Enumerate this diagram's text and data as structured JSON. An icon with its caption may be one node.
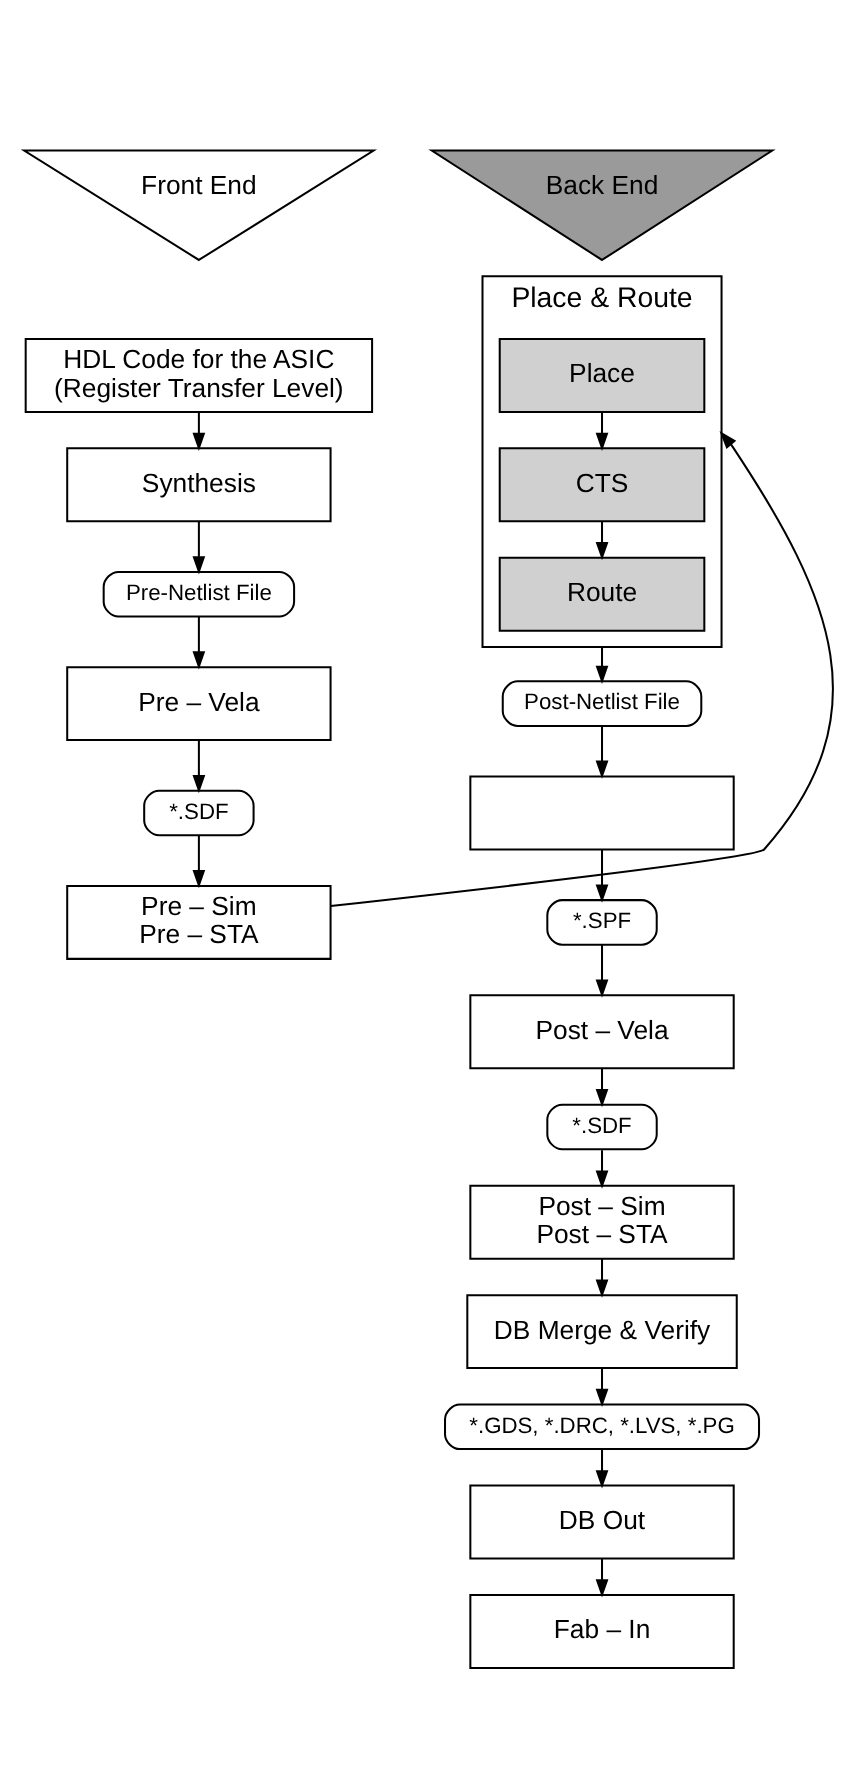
{
  "diagram": {
    "nodes": [
      {
        "text": [
          "Front End"
        ]
      },
      {
        "text": [
          "Back End"
        ]
      },
      {
        "text": [
          "HDL Code for the ASIC",
          "(Register Transfer Level)"
        ]
      },
      {
        "text": [
          "Synthesis"
        ]
      },
      {
        "text": [
          "Pre-Netlist File"
        ]
      },
      {
        "text": [
          "Pre – Vela"
        ]
      },
      {
        "text": [
          "*.SDF"
        ]
      },
      {
        "text": [
          "Pre – Sim",
          "Pre – STA"
        ]
      },
      {
        "text": [
          "Place & Route"
        ]
      },
      {
        "text": [
          "Place"
        ],
        "in": 8
      },
      {
        "text": [
          "CTS"
        ],
        "in": 8
      },
      {
        "text": [
          "Route"
        ],
        "in": 8
      },
      {
        "text": [
          "Post-Netlist File"
        ]
      },
      {
        "text": [],
        "shape": "box"
      },
      {
        "text": [
          "*.SPF"
        ]
      },
      {
        "text": [
          "Post – Vela"
        ]
      },
      {
        "text": [
          "*.SDF"
        ]
      },
      {
        "text": [
          "Post – Sim",
          "Post – STA"
        ]
      },
      {
        "text": [
          "DB Merge & Verify"
        ]
      },
      {
        "text": [
          "*.GDS, *.DRC, *.LVS, *.PG"
        ]
      },
      {
        "text": [
          "DB Out"
        ]
      },
      {
        "text": [
          "Fab – In"
        ]
      }
    ],
    "edges": [
      {
        "from": 2,
        "to": 3,
        "arrow": "to"
      },
      {
        "from": 3,
        "to": 4,
        "arrow": "to"
      },
      {
        "from": 4,
        "to": 5,
        "arrow": "to"
      },
      {
        "from": 5,
        "to": 6,
        "arrow": "to"
      },
      {
        "from": 6,
        "to": 7,
        "arrow": "to"
      },
      {
        "from": 7,
        "to": 8,
        "arrow": "to"
      },
      {
        "from": 9,
        "to": 10,
        "arrow": "to"
      },
      {
        "from": 10,
        "to": 11,
        "arrow": "to"
      },
      {
        "from": 8,
        "to": 12,
        "arrow": "to"
      },
      {
        "from": 12,
        "to": 13,
        "arrow": "to"
      },
      {
        "from": 13,
        "to": 14,
        "arrow": "to"
      },
      {
        "from": 14,
        "to": 15,
        "arrow": "to"
      },
      {
        "from": 15,
        "to": 16,
        "arrow": "to"
      },
      {
        "from": 16,
        "to": 17,
        "arrow": "to"
      },
      {
        "from": 17,
        "to": 18,
        "arrow": "to"
      },
      {
        "from": 18,
        "to": 19,
        "arrow": "to"
      },
      {
        "from": 19,
        "to": 20,
        "arrow": "to"
      },
      {
        "from": 20,
        "to": 21,
        "arrow": "to"
      }
    ]
  }
}
